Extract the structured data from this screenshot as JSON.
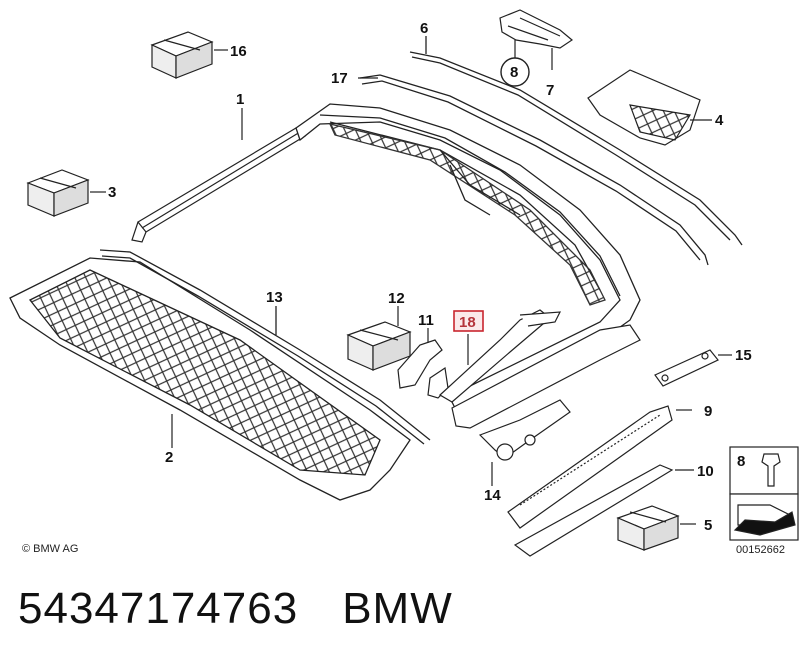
{
  "callouts": {
    "c1": "1",
    "c2": "2",
    "c3": "3",
    "c4": "4",
    "c5": "5",
    "c6": "6",
    "c7": "7",
    "c8": "8",
    "c9": "9",
    "c10": "10",
    "c11": "11",
    "c12": "12",
    "c13": "13",
    "c14": "14",
    "c15": "15",
    "c16": "16",
    "c17": "17",
    "c18": "18"
  },
  "legend": {
    "number": "8",
    "ref": "00152662"
  },
  "copyright": "© BMW AG",
  "footer": {
    "part_number": "54347174763",
    "brand": "BMW"
  },
  "colors": {
    "highlight": "#b5343b",
    "line": "#222222"
  }
}
